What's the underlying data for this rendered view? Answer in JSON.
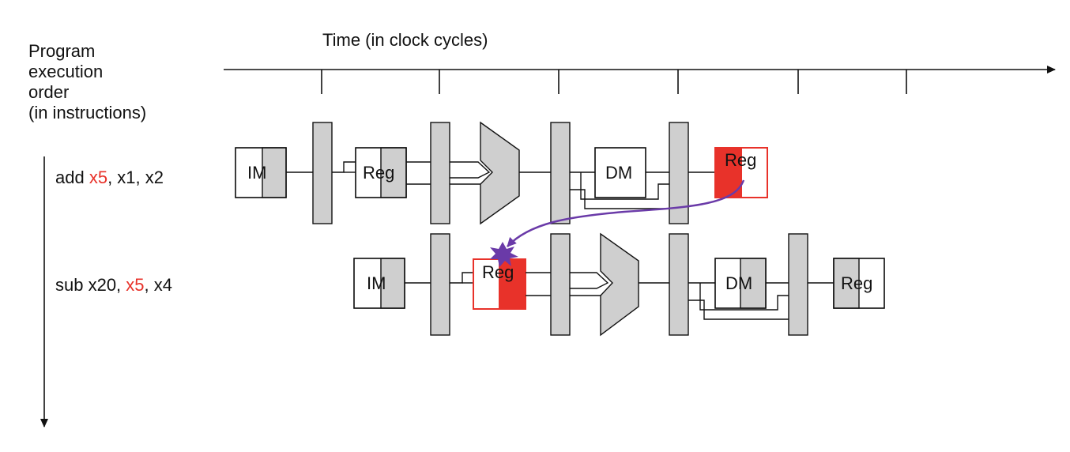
{
  "header": {
    "time_label": "Time (in clock cycles)",
    "order_label": [
      "Program",
      "execution",
      "order",
      "(in instructions)"
    ]
  },
  "instructions": [
    {
      "parts": [
        {
          "t": "add ",
          "hl": false
        },
        {
          "t": "x5",
          "hl": true
        },
        {
          "t": ", x1, x2",
          "hl": false
        }
      ]
    },
    {
      "parts": [
        {
          "t": "sub x20, ",
          "hl": false
        },
        {
          "t": "x5",
          "hl": true
        },
        {
          "t": ", x4",
          "hl": false
        }
      ]
    }
  ],
  "stages": {
    "im": "IM",
    "reg": "Reg",
    "dm": "DM"
  },
  "colors": {
    "hazard": "#e8322a",
    "forward_arrow": "#6a3aa8",
    "unit_fill": "#cfcfcf",
    "line": "#111111"
  }
}
